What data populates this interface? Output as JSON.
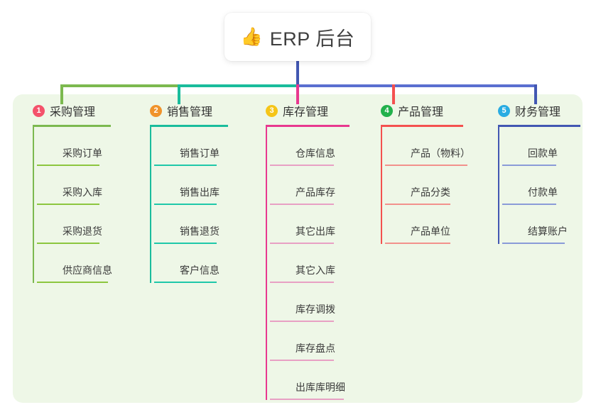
{
  "root": {
    "icon": "thumbs-up-icon",
    "icon_glyph": "👍",
    "title": "ERP 后台"
  },
  "panel": {
    "background_color": "#eef7e7"
  },
  "connectors": {
    "stem_color": "#4257b2",
    "bus_left_color": "#1abc9c",
    "bus_right_color": "#5a6fd0",
    "bus_far_left_color": "#7cb94f",
    "drop_colors": [
      "#7cb94f",
      "#1abc9c",
      "#e8388f",
      "#f4514f",
      "#4257b2"
    ]
  },
  "branches": [
    {
      "index": "1",
      "badge_color": "#f4526b",
      "line_color": "#7cb94f",
      "rule_color": "#8cc63f",
      "label": "采购管理",
      "head_rule_width": 110,
      "items": [
        {
          "label": "采购订单",
          "rule_width": 88
        },
        {
          "label": "采购入库",
          "rule_width": 88
        },
        {
          "label": "采购退货",
          "rule_width": 88
        },
        {
          "label": "供应商信息",
          "rule_width": 100
        }
      ]
    },
    {
      "index": "2",
      "badge_color": "#f0932b",
      "line_color": "#1abc9c",
      "rule_color": "#1fc8a9",
      "label": "销售管理",
      "head_rule_width": 110,
      "items": [
        {
          "label": "销售订单",
          "rule_width": 88
        },
        {
          "label": "销售出库",
          "rule_width": 88
        },
        {
          "label": "销售退货",
          "rule_width": 88
        },
        {
          "label": "客户信息",
          "rule_width": 88
        }
      ]
    },
    {
      "index": "3",
      "badge_color": "#f5c518",
      "line_color": "#e8388f",
      "rule_color": "#e8a0c4",
      "label": "库存管理",
      "head_rule_width": 118,
      "items": [
        {
          "label": "仓库信息",
          "rule_width": 90
        },
        {
          "label": "产品库存",
          "rule_width": 90
        },
        {
          "label": "其它出库",
          "rule_width": 90
        },
        {
          "label": "其它入库",
          "rule_width": 90
        },
        {
          "label": "库存调拨",
          "rule_width": 90
        },
        {
          "label": "库存盘点",
          "rule_width": 90
        },
        {
          "label": "出库库明细",
          "rule_width": 104
        }
      ]
    },
    {
      "index": "4",
      "badge_color": "#22b14c",
      "line_color": "#f4514f",
      "rule_color": "#f2918c",
      "label": "产品管理",
      "head_rule_width": 116,
      "items": [
        {
          "label": "产品（物料）",
          "rule_width": 116
        },
        {
          "label": "产品分类",
          "rule_width": 92
        },
        {
          "label": "产品单位",
          "rule_width": 92
        }
      ]
    },
    {
      "index": "5",
      "badge_color": "#2aace2",
      "line_color": "#4257b2",
      "rule_color": "#8a9bd8",
      "label": "财务管理",
      "head_rule_width": 116,
      "items": [
        {
          "label": "回款单",
          "rule_width": 76
        },
        {
          "label": "付款单",
          "rule_width": 76
        },
        {
          "label": "结算账户",
          "rule_width": 88
        }
      ]
    }
  ]
}
